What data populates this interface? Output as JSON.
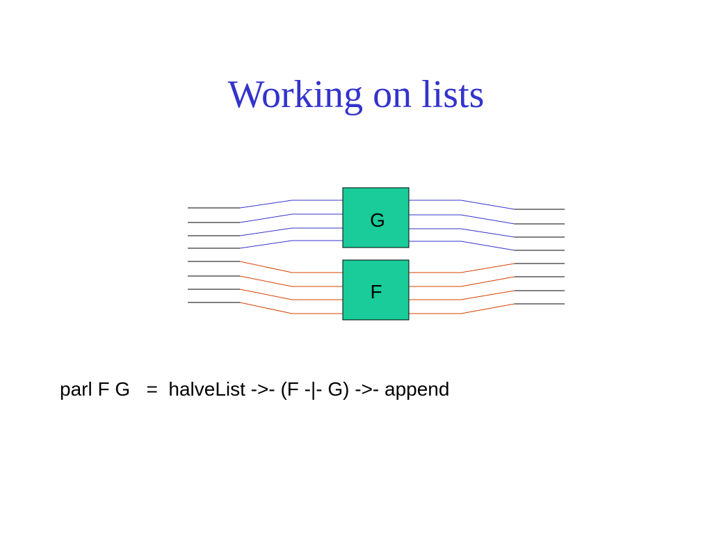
{
  "slide": {
    "title": "Working on lists",
    "equation": "parl F G   =  halveList ->- (F -|- G) ->- append"
  },
  "diagram": {
    "boxes": [
      {
        "label": "G",
        "fill": "#19cc99"
      },
      {
        "label": "F",
        "fill": "#19cc99"
      }
    ],
    "wire_colors": {
      "outer": "#000000",
      "g_half": "#3333cc",
      "f_half": "#d44000"
    }
  }
}
